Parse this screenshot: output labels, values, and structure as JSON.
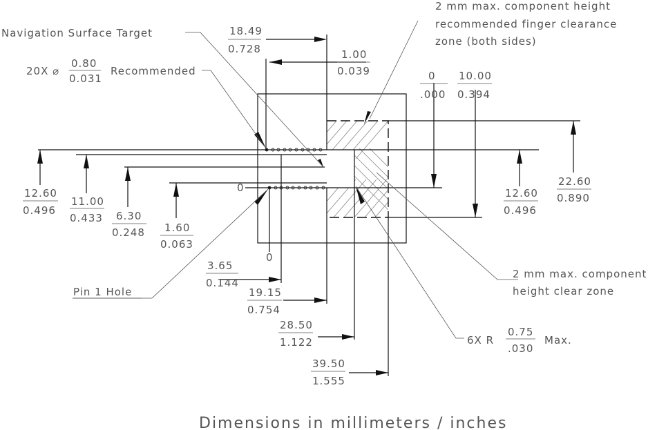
{
  "labels": {
    "nav_target": "Navigation Surface Target",
    "holes_prefix": "20X ⌀",
    "holes_top": "0.80",
    "holes_bot": "0.031",
    "holes_suffix": "Recommended",
    "finger_1": "2 mm max. component height",
    "finger_2": "recommended finger clearance",
    "finger_3": "zone (both sides)",
    "clear_1": "2 mm max. component",
    "clear_2": "height clear zone",
    "pin1": "Pin 1 Hole",
    "radius_prefix": "6X R",
    "radius_top": "0.75",
    "radius_bot": ".030",
    "radius_suffix": "Max.",
    "zero_left": "0",
    "zero_bottom": "0",
    "footer": "Dimensions in millimeters / inches"
  },
  "dims": {
    "d1849": [
      "18.49",
      "0.728"
    ],
    "d100": [
      "1.00",
      "0.039"
    ],
    "d0": [
      "0",
      ".000"
    ],
    "d1000": [
      "10.00",
      "0.394"
    ],
    "d1260l": [
      "12.60",
      "0.496"
    ],
    "d1100": [
      "11.00",
      "0.433"
    ],
    "d630": [
      "6.30",
      "0.248"
    ],
    "d160": [
      "1.60",
      "0.063"
    ],
    "d1260r": [
      "12.60",
      "0.496"
    ],
    "d2260": [
      "22.60",
      "0.890"
    ],
    "d365": [
      "3.65",
      "0.144"
    ],
    "d1915": [
      "19.15",
      "0.754"
    ],
    "d2850": [
      "28.50",
      "1.122"
    ],
    "d3950": [
      "39.50",
      "1.555"
    ]
  }
}
